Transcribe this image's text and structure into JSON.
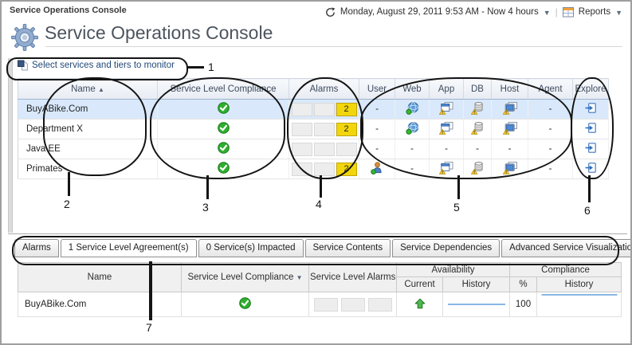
{
  "header": {
    "breadcrumb": "Service Operations Console",
    "title": "Service Operations Console",
    "time_range": "Monday, August 29, 2011 9:53 AM - Now 4 hours",
    "reports": "Reports"
  },
  "toolbar": {
    "select_services": "Select services and tiers to monitor"
  },
  "services_table": {
    "columns": {
      "name": "Name",
      "slc": "Service Level Compliance",
      "alarms": "Alarms",
      "user": "User",
      "web": "Web",
      "app": "App",
      "db": "DB",
      "host": "Host",
      "agent": "Agent",
      "explore": "Explore"
    },
    "rows": [
      {
        "name": "BuyABike.Com",
        "compliance": "ok",
        "alarms": "2",
        "user": "-",
        "web": "active",
        "app": "warning",
        "db": "warning",
        "host": "warning",
        "agent": "-",
        "selected": true
      },
      {
        "name": "Department X",
        "compliance": "ok",
        "alarms": "2",
        "user": "-",
        "web": "active",
        "app": "warning",
        "db": "warning",
        "host": "warning",
        "agent": "-",
        "selected": false
      },
      {
        "name": "Java EE",
        "compliance": "ok",
        "alarms": "",
        "user": "-",
        "web": "-",
        "app": "-",
        "db": "-",
        "host": "-",
        "agent": "-",
        "selected": false
      },
      {
        "name": "Primates",
        "compliance": "ok",
        "alarms": "2",
        "user": "active",
        "web": "-",
        "app": "warning",
        "db": "warning",
        "host": "warning",
        "agent": "-",
        "selected": false
      }
    ]
  },
  "tabs": [
    {
      "label": "Alarms",
      "active": false
    },
    {
      "label": "1 Service Level Agreement(s)",
      "active": true
    },
    {
      "label": "0 Service(s) Impacted",
      "active": false
    },
    {
      "label": "Service Contents",
      "active": false
    },
    {
      "label": "Service Dependencies",
      "active": false
    },
    {
      "label": "Advanced Service Visualization",
      "active": false
    }
  ],
  "sla_table": {
    "columns": {
      "name": "Name",
      "slc": "Service Level Compliance",
      "sla": "Service Level Alarms",
      "availability": "Availability",
      "current": "Current",
      "history": "History",
      "percent": "%",
      "compliance": "Compliance",
      "history2": "History"
    },
    "row": {
      "name": "BuyABike.Com",
      "compliance": "ok",
      "availability_current": "up",
      "percent": "100"
    }
  },
  "callouts": {
    "n1": "1",
    "n2": "2",
    "n3": "3",
    "n4": "4",
    "n5": "5",
    "n6": "6",
    "n7": "7"
  },
  "colors": {
    "selected_row": "#d9e9fb",
    "alarm_yellow": "#f2d60b",
    "ok_green": "#2fae2f",
    "warning_yellow": "#ffd42a",
    "sparkline_blue": "#8ab7e4",
    "header_text": "#3f4c5e"
  }
}
